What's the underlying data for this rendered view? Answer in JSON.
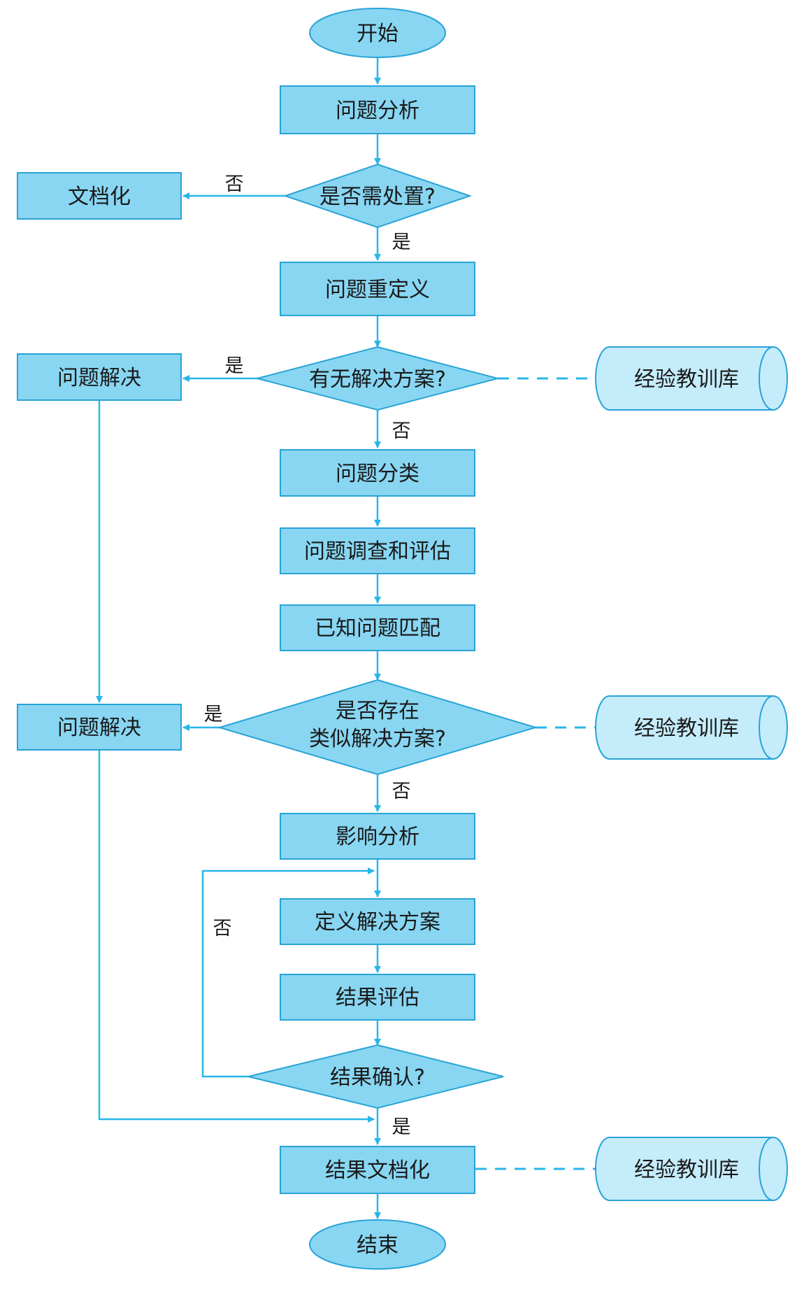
{
  "nodes": {
    "start": "开始",
    "problem_analysis": "问题分析",
    "need_handle": "是否需处置?",
    "documentation": "文档化",
    "problem_redefine": "问题重定义",
    "has_solution": "有无解决方案?",
    "kb_1": "经验教训库",
    "solve_1": "问题解决",
    "problem_classify": "问题分类",
    "investigate_assess": "问题调查和评估",
    "known_match": "已知问题匹配",
    "similar_exists_line1": "是否存在",
    "similar_exists_line2": "类似解决方案?",
    "solve_2": "问题解决",
    "kb_2": "经验教训库",
    "impact_analysis": "影响分析",
    "define_solution": "定义解决方案",
    "result_evaluate": "结果评估",
    "result_confirm": "结果确认?",
    "result_document": "结果文档化",
    "kb_3": "经验教训库",
    "end": "结束"
  },
  "edge_labels": {
    "need_handle_no": "否",
    "need_handle_yes": "是",
    "has_solution_yes": "是",
    "has_solution_no": "否",
    "similar_yes": "是",
    "similar_no": "否",
    "confirm_no": "否",
    "confirm_yes": "是"
  },
  "colors": {
    "node_fill": "#88d6f2",
    "node_stroke": "#29a3d6",
    "database_fill": "#c5ecfb",
    "edge": "#29b6e8"
  }
}
